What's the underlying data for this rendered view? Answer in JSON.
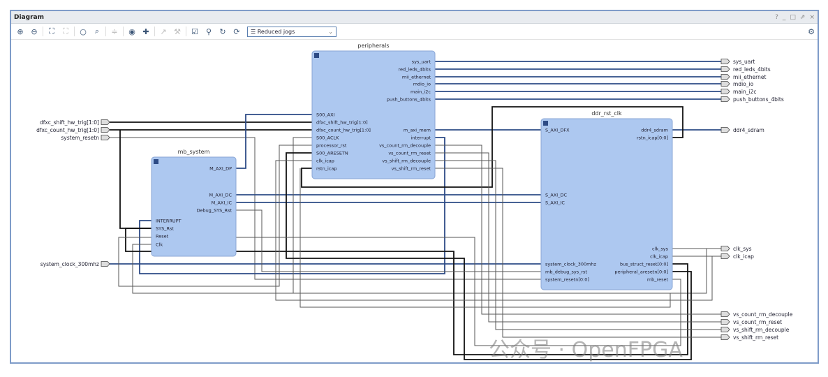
{
  "window": {
    "title": "Diagram",
    "controls": [
      "?",
      "_",
      "□",
      "⇗",
      "×"
    ]
  },
  "toolbar": {
    "icons": [
      "zoom-in",
      "zoom-out",
      "fit",
      "fit-selection",
      "circle",
      "search",
      "align",
      "validate",
      "add",
      "route",
      "wrench",
      "checklist",
      "pin",
      "refresh",
      "regenerate"
    ],
    "routing_select": "Reduced jogs"
  },
  "blocks": {
    "peripherals": {
      "title": "peripherals",
      "left": [
        "S00_AXI",
        "dfxc_shift_hw_trig[1:0]",
        "dfxc_count_hw_trig[1:0]",
        "S00_ACLK",
        "processor_rst",
        "S00_ARESETN",
        "clk_icap",
        "rstn_icap"
      ],
      "right": [
        "sys_uart",
        "red_leds_4bits",
        "mii_ethernet",
        "mdio_io",
        "main_i2c",
        "push_buttons_4bits",
        "m_axi_mem",
        "interrupt",
        "vs_count_rm_decouple",
        "vs_count_rm_reset",
        "vs_shift_rm_decouple",
        "vs_shift_rm_reset"
      ]
    },
    "mb_system": {
      "title": "mb_system",
      "left": [
        "INTERRUPT",
        "SYS_Rst",
        "Reset",
        "Clk"
      ],
      "right": [
        "M_AXI_DP",
        "M_AXI_DC",
        "M_AXI_IC",
        "Debug_SYS_Rst"
      ]
    },
    "ddr_rst_clk": {
      "title": "ddr_rst_clk",
      "left": [
        "S_AXI_DFX",
        "S_AXI_DC",
        "S_AXI_IC",
        "system_clock_300mhz",
        "mb_debug_sys_rst",
        "system_resetn[0:0]"
      ],
      "right": [
        "ddr4_sdram",
        "rstn_icap[0:0]",
        "clk_sys",
        "clk_icap",
        "bus_struct_reset[0:0]",
        "peripheral_aresetn[0:0]",
        "mb_reset"
      ]
    }
  },
  "input_ports": [
    "dfxc_shift_hw_trig[1:0]",
    "dfxc_count_hw_trig[1:0]",
    "system_resetn",
    "system_clock_300mhz"
  ],
  "output_ports": [
    "sys_uart",
    "red_leds_4bits",
    "mii_ethernet",
    "mdio_io",
    "main_i2c",
    "push_buttons_4bits",
    "ddr4_sdram",
    "clk_sys",
    "clk_icap",
    "vs_count_rm_decouple",
    "vs_count_rm_reset",
    "vs_shift_rm_decouple",
    "vs_shift_rm_reset"
  ],
  "watermark": "公众号 · OpenFPGA",
  "colors": {
    "block_fill": "#adc8f0",
    "bus_wire": "#2d4b86",
    "window_border": "#7f9cc9"
  }
}
